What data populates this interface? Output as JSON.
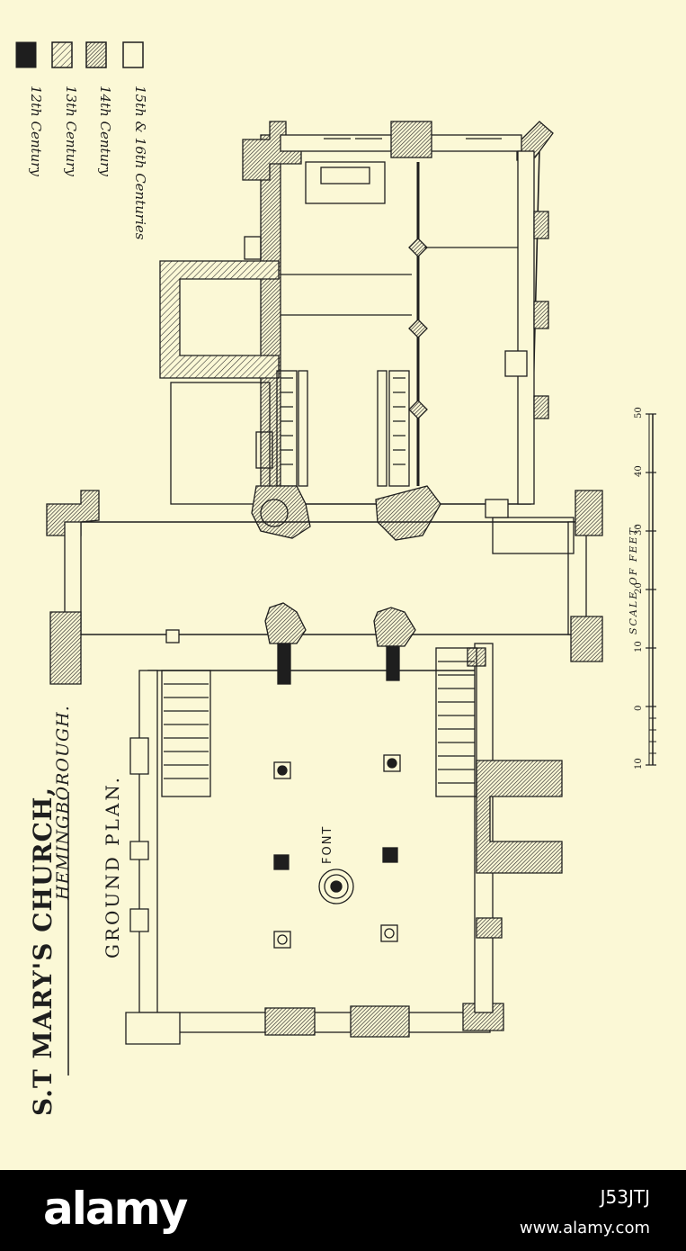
{
  "plan": {
    "title_line1": "S.T MARY'S CHURCH,",
    "title_line2": "HEMINGBOROUGH.",
    "subtitle": "GROUND PLAN.",
    "font_label": "FONT"
  },
  "legend": [
    {
      "label": "12th Century",
      "fill": "solid"
    },
    {
      "label": "13th Century",
      "fill": "light-hatch"
    },
    {
      "label": "14th Century",
      "fill": "dense-hatch"
    },
    {
      "label": "15th & 16th Centuries",
      "fill": "blank"
    }
  ],
  "scale": {
    "caption": "SCALE OF FEET.",
    "ticks": [
      "10",
      "0",
      "10",
      "20",
      "30",
      "40",
      "50"
    ]
  },
  "footer": {
    "brand": "alamy",
    "stock_id": "J53JTJ",
    "url": "www.alamy.com"
  },
  "colors": {
    "paper": "#fbf8d6",
    "ink": "#1e1e1e",
    "footer": "#000000"
  }
}
